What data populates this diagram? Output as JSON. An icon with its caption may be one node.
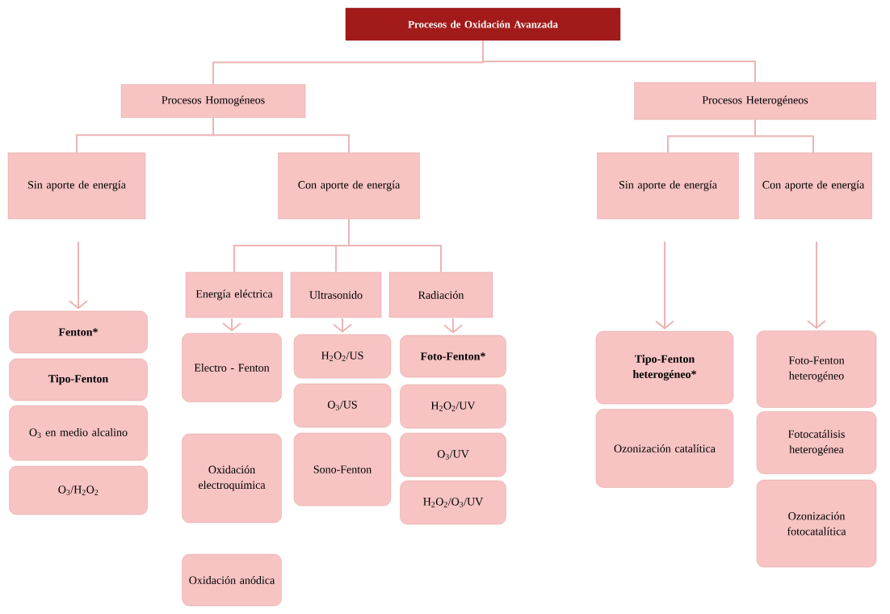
{
  "diagram": {
    "nodes": [
      {
        "text": [
          "Procesos de Oxidación Avanzada"
        ]
      },
      {
        "text": [
          "Procesos Homogéneos"
        ]
      },
      {
        "text": [
          "Procesos Heterogéneos"
        ]
      },
      {
        "text": [
          "Sin aporte de energía"
        ]
      },
      {
        "text": [
          "Con aporte de energía"
        ]
      },
      {
        "text": [
          "Sin aporte de energía"
        ]
      },
      {
        "text": [
          "Con aporte de energía"
        ]
      },
      {
        "text": [
          "Energía eléctrica"
        ]
      },
      {
        "text": [
          "Ultrasonido"
        ]
      },
      {
        "text": [
          "Radiación"
        ]
      },
      {
        "text": [
          "Fenton*"
        ]
      },
      {
        "text": [
          "Tipo-Fenton"
        ]
      },
      {
        "text": [
          "O$_{3}$ en medio alcalino"
        ]
      },
      {
        "text": [
          "O$_{3}$/H$_{2}$O$_{2}$"
        ]
      },
      {
        "text": [
          "Electro - Fenton"
        ]
      },
      {
        "text": [
          "Oxidación electroquímica"
        ]
      },
      {
        "text": [
          "Oxidación anódica"
        ]
      },
      {
        "text": [
          "H$_{2}$O$_{2}$/US"
        ]
      },
      {
        "text": [
          "O$_{3}$/US"
        ]
      },
      {
        "text": [
          "Sono-Fenton"
        ]
      },
      {
        "text": [
          "Foto-Fenton*"
        ]
      },
      {
        "text": [
          "H$_{2}$O$_{2}$/UV"
        ]
      },
      {
        "text": [
          "O$_{3}$/UV"
        ]
      },
      {
        "text": [
          "H$_{2}$O$_{2}$/O$_{3}$/UV"
        ]
      },
      {
        "text": [
          "Tipo-Fenton heterogéneo*"
        ]
      },
      {
        "text": [
          "Ozonización catalítica"
        ]
      },
      {
        "text": [
          "Foto-Fenton heterogéneo"
        ]
      },
      {
        "text": [
          "Fotocatálisis heterogénea"
        ]
      },
      {
        "text": [
          "Ozonización fotocatalítica"
        ]
      }
    ],
    "edges": [
      {
        "from": 0,
        "to": 1,
        "arrow": "none"
      },
      {
        "from": 0,
        "to": 2,
        "arrow": "none"
      },
      {
        "from": 1,
        "to": 3,
        "arrow": "none"
      },
      {
        "from": 1,
        "to": 4,
        "arrow": "none"
      },
      {
        "from": 2,
        "to": 5,
        "arrow": "none"
      },
      {
        "from": 2,
        "to": 6,
        "arrow": "none"
      },
      {
        "from": 4,
        "to": 7,
        "arrow": "none"
      },
      {
        "from": 4,
        "to": 8,
        "arrow": "none"
      },
      {
        "from": 4,
        "to": 9,
        "arrow": "none"
      },
      {
        "from": 3,
        "to": 10,
        "arrow": "to"
      },
      {
        "from": 7,
        "to": 14,
        "arrow": "to"
      },
      {
        "from": 8,
        "to": 17,
        "arrow": "to"
      },
      {
        "from": 9,
        "to": 20,
        "arrow": "to"
      },
      {
        "from": 5,
        "to": 24,
        "arrow": "to"
      },
      {
        "from": 6,
        "to": 26,
        "arrow": "to"
      }
    ]
  }
}
